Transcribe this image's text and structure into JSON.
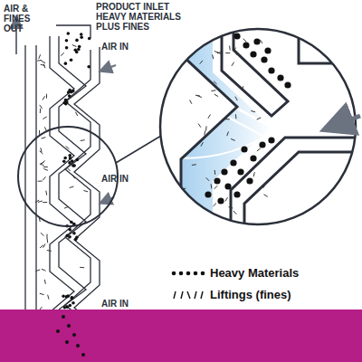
{
  "diagram": {
    "labels": [
      "AIR & FINES OUT",
      "PRODUCT INLET HEAVY MATERIALS PLUS FINES",
      "AIR IN",
      "AIR IN",
      "AIR IN"
    ],
    "legend": [
      {
        "text": "Heavy Materials"
      },
      {
        "text": "Liftings (fines)"
      }
    ]
  }
}
